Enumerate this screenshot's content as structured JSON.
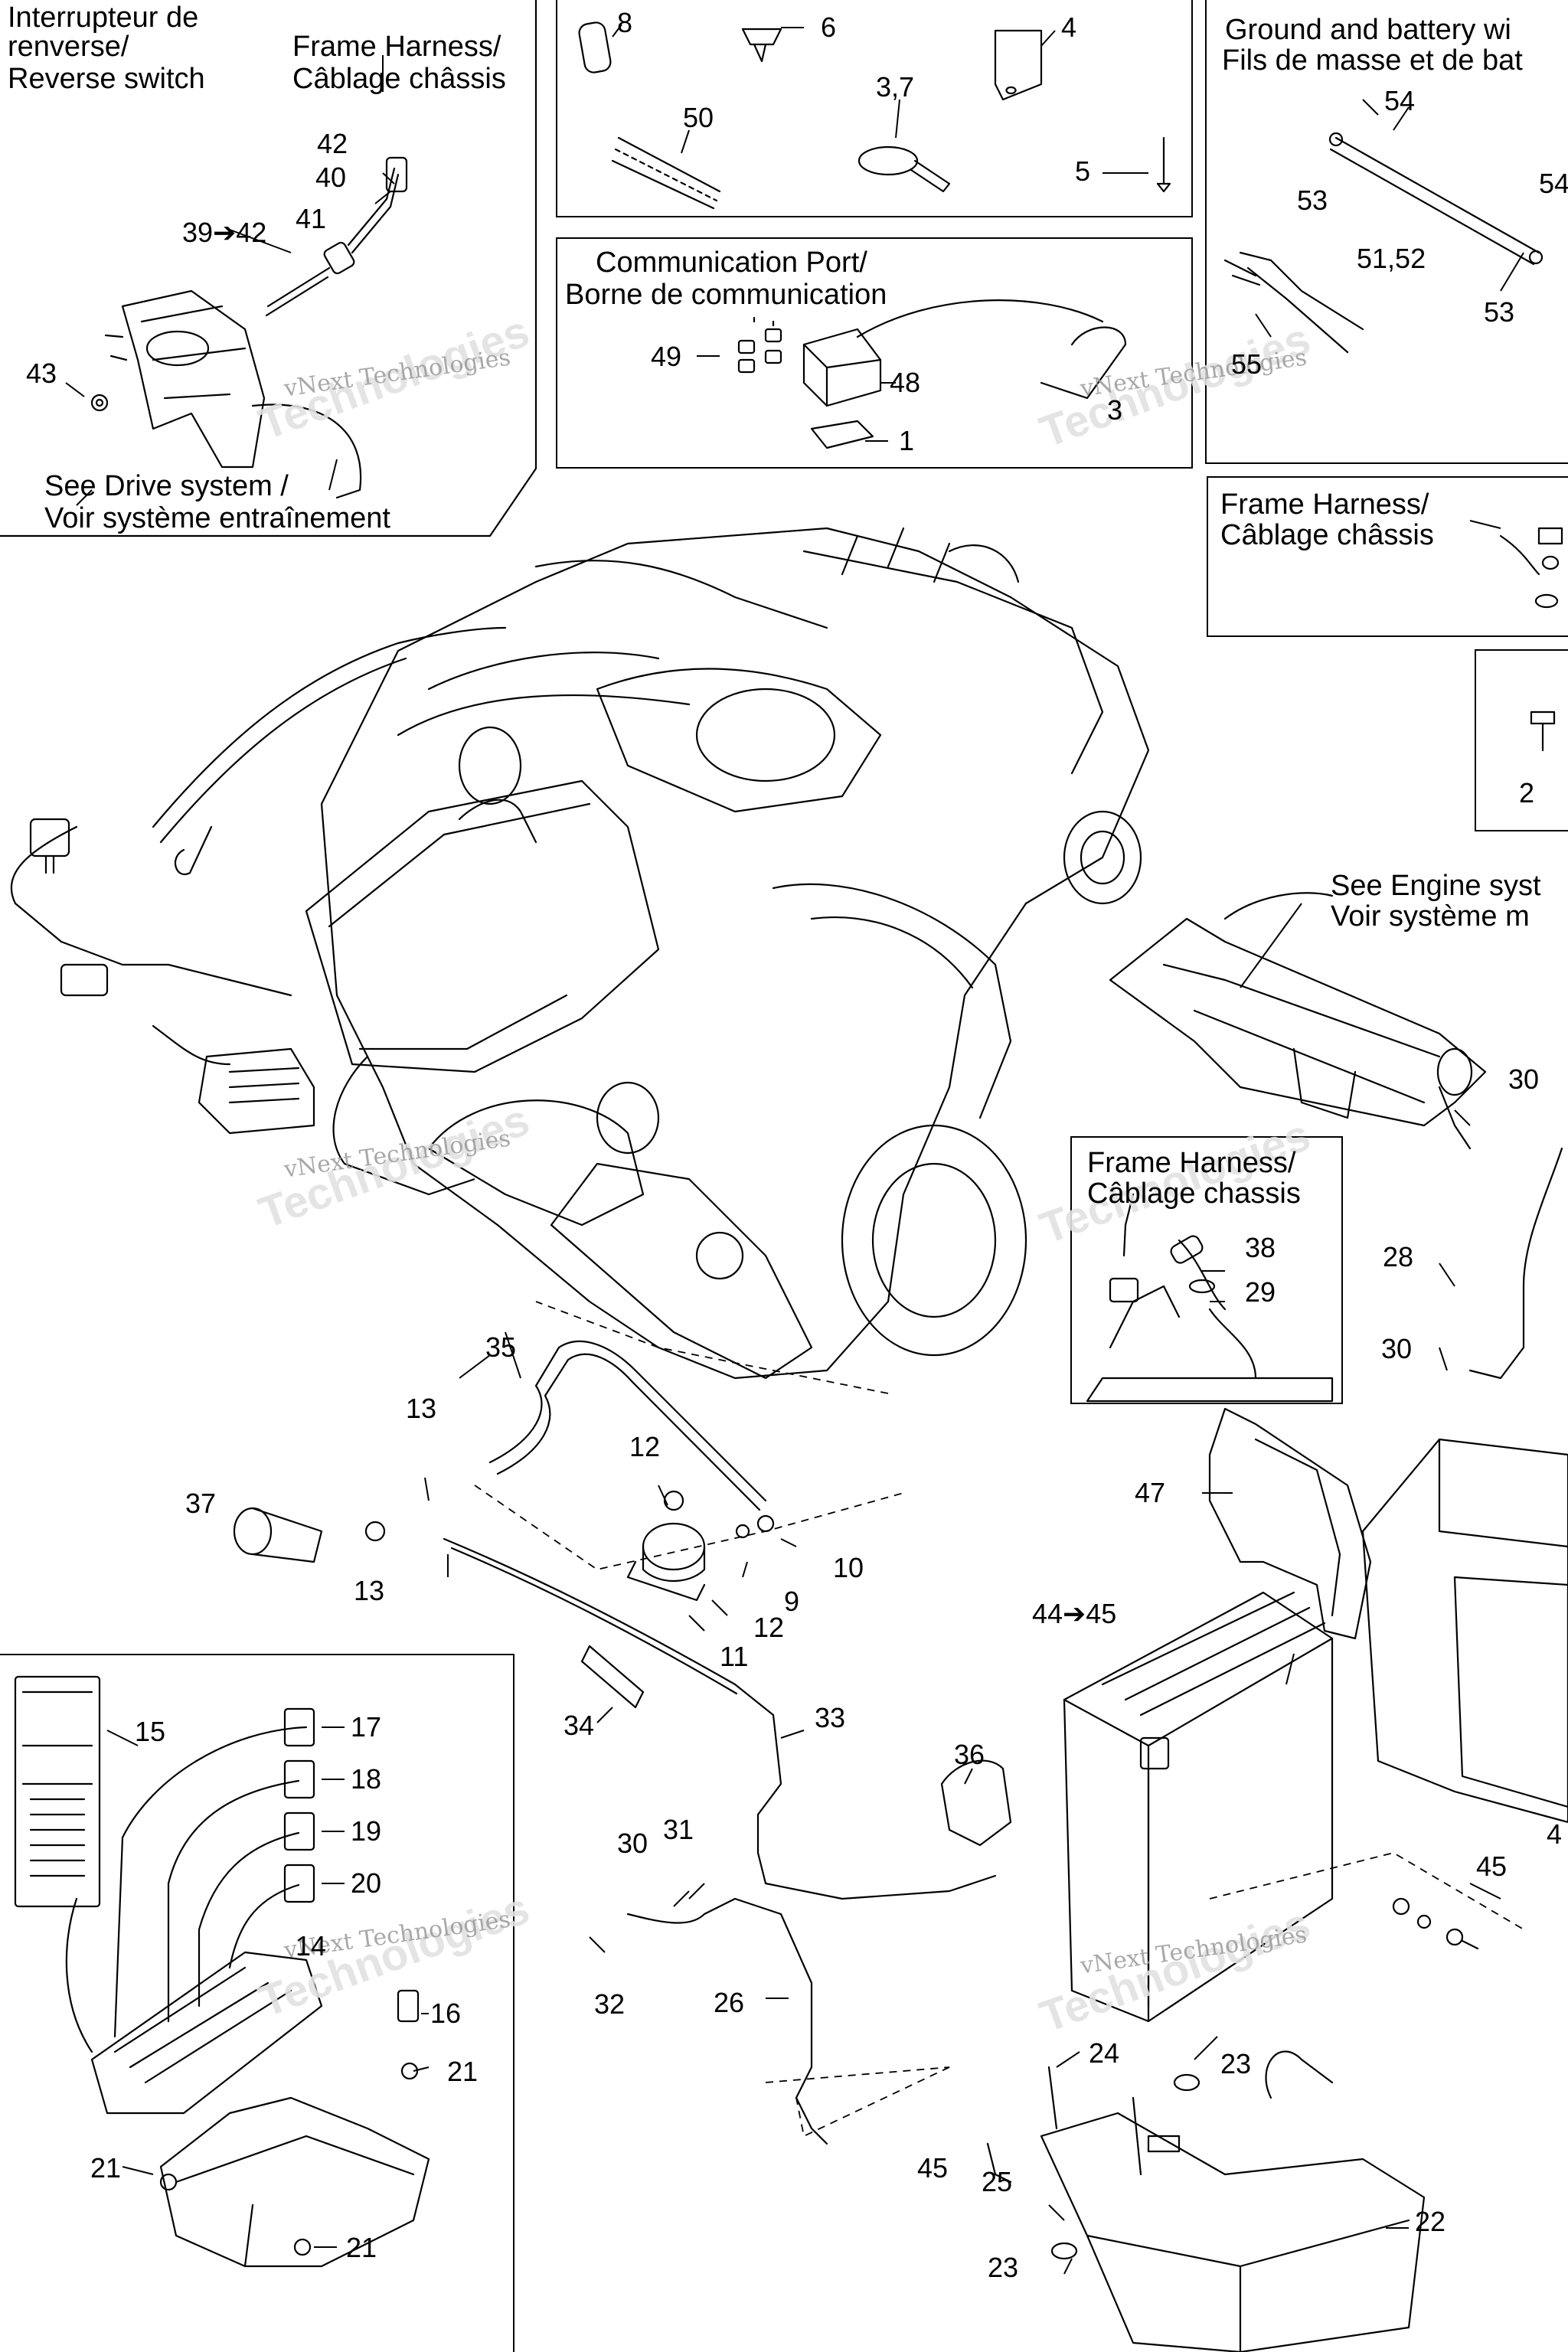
{
  "callouts": {
    "reverse_switch": [
      "Interrupteur de",
      "renverse/",
      "Reverse switch"
    ],
    "frame_harness_top": [
      "Frame Harness/",
      "Câblage châssis"
    ],
    "drive_system": [
      "See Drive system /",
      "Voir système entraînement"
    ],
    "comm_port": [
      "Communication Port/",
      "Borne de communication"
    ],
    "ground_battery": [
      "Ground and battery wi",
      "Fils de masse et de bat"
    ],
    "frame_harness_right": [
      "Frame Harness/",
      "Câblage châssis"
    ],
    "engine_system": [
      "See Engine syst",
      "Voir système m"
    ],
    "frame_harness_inset": [
      "Frame Harness/",
      "Câblage chassis"
    ]
  },
  "parts": {
    "p1": "1",
    "p2": "2",
    "p3": "3",
    "p3_7": "3,7",
    "p4": "4",
    "p5": "5",
    "p6": "6",
    "p8": "8",
    "p9": "9",
    "p10": "10",
    "p11": "11",
    "p12a": "12",
    "p12b": "12",
    "p13a": "13",
    "p13b": "13",
    "p14": "14",
    "p15": "15",
    "p16": "16",
    "p17": "17",
    "p18": "18",
    "p19": "19",
    "p20": "20",
    "p21a": "21",
    "p21b": "21",
    "p21c": "21",
    "p22": "22",
    "p23a": "23",
    "p23b": "23",
    "p24": "24",
    "p25": "25",
    "p26": "26",
    "p28": "28",
    "p29": "29",
    "p30a": "30",
    "p30b": "30",
    "p30c": "30",
    "p31": "31",
    "p32": "32",
    "p33": "33",
    "p34": "34",
    "p35": "35",
    "p36": "36",
    "p37": "37",
    "p38": "38",
    "p39_42": "39➔42",
    "p40": "40",
    "p41": "41",
    "p42": "42",
    "p43": "43",
    "p44_45": "44➔45",
    "p45a": "45",
    "p45b": "45",
    "p47": "47",
    "p48": "48",
    "p49": "49",
    "p50": "50",
    "p51_52": "51,52",
    "p53a": "53",
    "p53b": "53",
    "p54a": "54",
    "p54b": "54",
    "p55": "55",
    "p4x": "4"
  },
  "watermark": {
    "line1": "vNext Technologies",
    "line2": "vNext",
    "line3": "Technologies"
  }
}
